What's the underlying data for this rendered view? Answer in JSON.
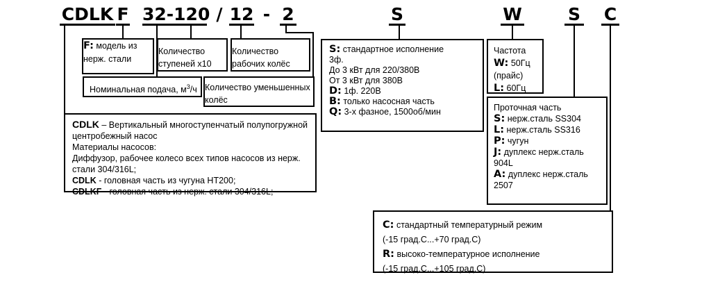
{
  "title": {
    "cdlk": "CDLK",
    "f": "F",
    "flow_stages": "32-120",
    "slash": "/",
    "impellers": "12",
    "dash": "-",
    "reduced": "2",
    "execution": "S",
    "frequency": "W",
    "flow_part": "S",
    "temperature": "C"
  },
  "f_box": {
    "prefix": "F:",
    "text": "модель из нерж. стали"
  },
  "stages_box": {
    "text": "Количество ступеней x10"
  },
  "impellers_box": {
    "text": "Количество рабочих колёс"
  },
  "flow_box": {
    "text": "Номинальная подача, м",
    "sup": "3",
    "unit": "/ч"
  },
  "reduced_box": {
    "text": "Количество уменьшенных колёс"
  },
  "description_box": {
    "heading_bold": "CDLK",
    "heading_rest": " – Вертикальный многоступенчатый полупогружной центробежный насос",
    "line2": "Материалы насосов:",
    "line3": "Диффузор, рабочее колесо всех типов насосов из нерж. стали 304/316L;",
    "line4_bold": "CDLK",
    "line4_rest": " - головная часть из чугуна HT200;",
    "line5_bold": "CDLKF",
    "line5_rest": " - головная часть из нерж. стали 304/316L;"
  },
  "execution_box": {
    "s_prefix": "S:",
    "s_text": "стандартное исполнение",
    "s_sub1": "3ф.",
    "s_sub2": "До 3 кВт для 220/380В",
    "s_sub3": "От 3 кВт для 380В",
    "d_prefix": "D:",
    "d_text": "1ф. 220В",
    "b_prefix": "B:",
    "b_text": "только насосная часть",
    "q_prefix": "Q:",
    "q_text": "3-х фазное, 1500об/мин"
  },
  "frequency_box": {
    "title": "Частота",
    "w_prefix": "W:",
    "w_text": "50Гц",
    "note": "(прайс)",
    "l_prefix": "L:",
    "l_text": "60Гц"
  },
  "flow_part_box": {
    "title": "Проточная часть",
    "s_prefix": "S:",
    "s_text": "нерж.сталь SS304",
    "l_prefix": "L:",
    "l_text": "нерж.сталь SS316",
    "p_prefix": "P:",
    "p_text": "чугун",
    "j_prefix": "J:",
    "j_text": "дуплекс нерж.сталь 904L",
    "a_prefix": "A:",
    "a_text": "дуплекс нерж.сталь 2507"
  },
  "temperature_box": {
    "c_prefix": "C:",
    "c_text": "стандартный температурный режим",
    "c_range": "(-15 град.С...+70 град.С)",
    "r_prefix": "R:",
    "r_text": "высоко-температурное исполнение",
    "r_range": "(-15 град.С...+105 град.С)"
  }
}
